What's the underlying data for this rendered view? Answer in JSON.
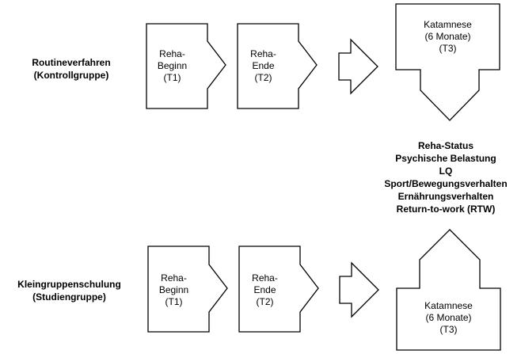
{
  "groups": {
    "control": {
      "line1": "Routineverfahren",
      "line2": "(Kontrollgruppe)"
    },
    "study": {
      "line1": "Kleingruppenschulung",
      "line2": "(Studiengruppe)"
    }
  },
  "top_row": {
    "start": {
      "line1": "Reha-",
      "line2": "Beginn",
      "line3": "(T1)"
    },
    "end": {
      "line1": "Reha-",
      "line2": "Ende",
      "line3": "(T2)"
    },
    "followup": {
      "line1": "Katamnese",
      "line2": "(6 Monate)",
      "line3": "(T3)"
    }
  },
  "bottom_row": {
    "start": {
      "line1": "Reha-",
      "line2": "Beginn",
      "line3": "(T1)"
    },
    "end": {
      "line1": "Reha-",
      "line2": "Ende",
      "line3": "(T2)"
    },
    "followup": {
      "line1": "Katamnese",
      "line2": "(6 Monate)",
      "line3": "(T3)"
    }
  },
  "outcomes": [
    "Reha-Status",
    "Psychische Belastung",
    "LQ",
    "Sport/Bewegungsverhalten",
    "Ernährungsverhalten",
    "Return-to-work (RTW)"
  ],
  "colors": {
    "stroke": "#000000",
    "fill": "#ffffff"
  }
}
